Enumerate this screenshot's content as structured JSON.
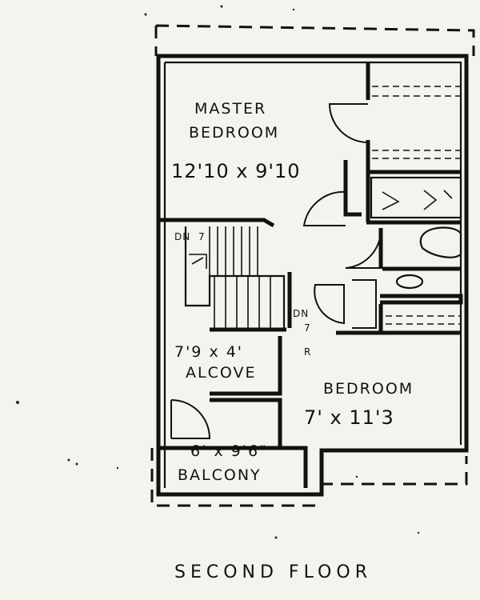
{
  "plan": {
    "title": "SECOND FLOOR",
    "rooms": {
      "master_bedroom": {
        "name_line1": "MASTER",
        "name_line2": "BEDROOM",
        "dimensions": "12'10 x 9'10"
      },
      "alcove": {
        "dimensions": "7'9 x 4'",
        "name": "ALCOVE"
      },
      "bedroom": {
        "name": "BEDROOM",
        "dimensions": "7' x 11'3"
      },
      "balcony": {
        "dimensions": "6' x 9'6\"",
        "name": "BALCONY"
      }
    },
    "stair_labels": {
      "upper": "DN",
      "lower": "DN",
      "upper_mark": "7",
      "lower_mark": "7"
    },
    "misc_marks": {
      "r_mark": "R"
    }
  }
}
